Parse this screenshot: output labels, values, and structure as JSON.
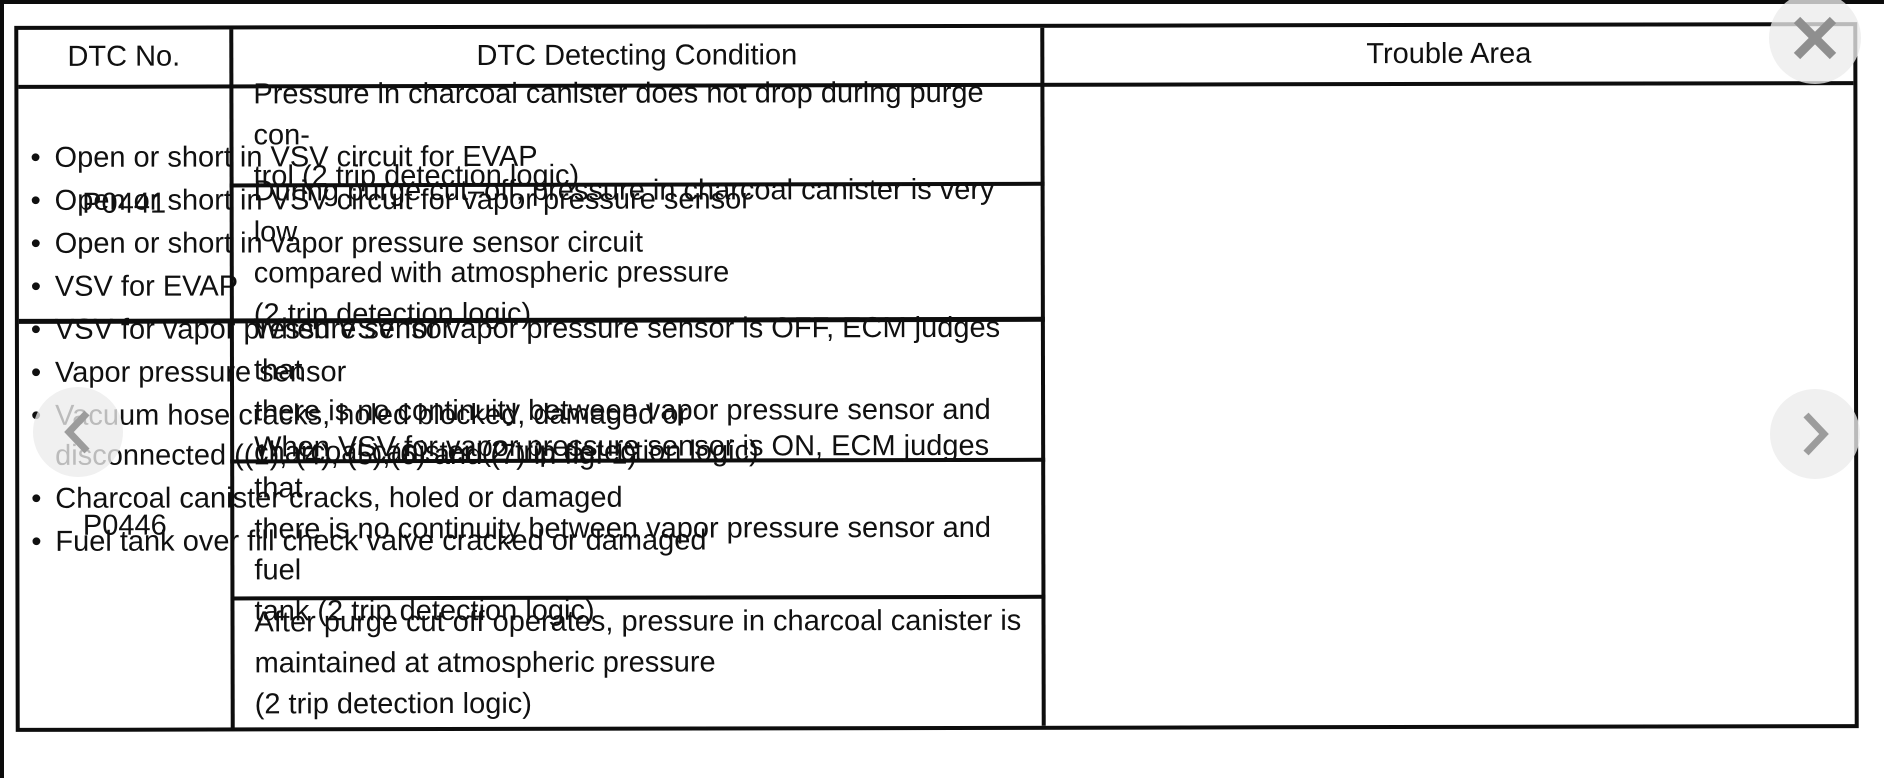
{
  "viewer": {
    "close_label": "close",
    "prev_label": "previous image",
    "next_label": "next image",
    "icon_color": "#8f8f8f",
    "button_bg": "#ececec"
  },
  "table": {
    "bullet_glyph": "•",
    "headers": [
      "DTC No.",
      "DTC Detecting Condition",
      "Trouble Area"
    ],
    "rows": [
      {
        "dtc": "P0441",
        "conditions": [
          "Pressure in charcoal canister does not drop during purge con-\ntrol (2 trip detection logic)",
          "During purge cut–off, pressure in charcoal canister is very low\ncompared with atmospheric pressure\n(2 trip detection logic)"
        ]
      },
      {
        "dtc": "P0446",
        "conditions": [
          "When VSV for vapor pressure sensor is OFF, ECM judges that\nthere is no continuity between vapor pressure sensor and\ncharcoal canister (2 trip detection logic)",
          "When VSV for vapor pressure sensor is ON, ECM judges that\nthere is no continuity between vapor pressure sensor and fuel\ntank (2 trip detection logic)",
          "After purge cut off operates, pressure in charcoal canister is\nmaintained at atmospheric pressure\n(2 trip detection logic)"
        ]
      }
    ],
    "trouble_area": [
      "Open or short in VSV circuit for EVAP",
      "Open or short in VSV circuit for vapor pressure sensor",
      "Open or short in vapor pressure sensor circuit",
      "VSV for EVAP",
      "VSV for vapor pressure sensor",
      "Vapor pressure sensor",
      "Vacuum hose cracks, holed blocked,  damaged or\ndisconnected ((1), (4), (5),(6) and (7) in fig. 1)",
      "Charcoal canister cracks, holed or damaged",
      "Fuel tank over fill check valve cracked or damaged"
    ]
  }
}
